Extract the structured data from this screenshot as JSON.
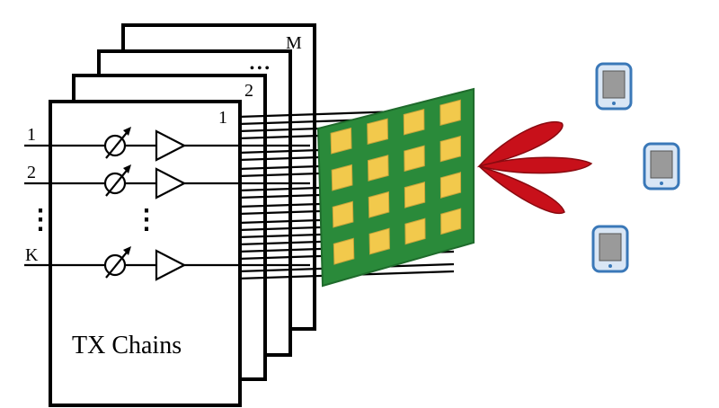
{
  "diagram": {
    "panel_labels": {
      "front": "1",
      "second": "2",
      "dots": "• • •",
      "last": "M"
    },
    "rows": [
      {
        "label": "1"
      },
      {
        "label": "2"
      },
      {
        "label": "K"
      }
    ],
    "row_ellipsis": "⋮",
    "chains_caption": "TX Chains",
    "colors": {
      "line": "#000000",
      "panel_fill": "#ffffff",
      "board": "#2a8a3a",
      "board_edge": "#1f6b2c",
      "patch": "#f2c94c",
      "beam": "#c8101a",
      "device_border": "#3a78b8",
      "device_fill": "#d9e6f5",
      "device_screen": "#9a9a9a"
    },
    "icons": [
      "phase-shifter-icon",
      "amplifier-icon",
      "user-device-icon"
    ]
  }
}
